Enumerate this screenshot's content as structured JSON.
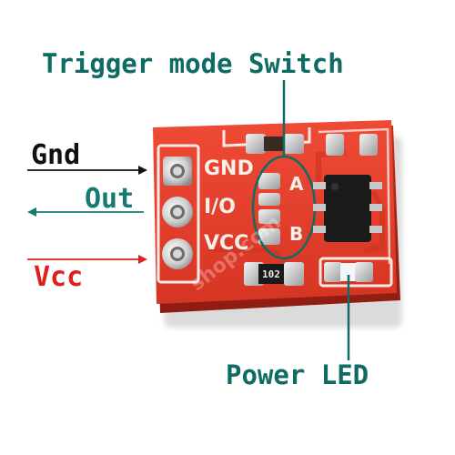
{
  "callouts": {
    "trigger_mode_switch": "Trigger mode Switch",
    "power_led": "Power LED"
  },
  "pins": {
    "gnd": "Gnd",
    "out": "Out",
    "vcc": "Vcc"
  },
  "silkscreen": {
    "gnd": "GND",
    "io": "I/O",
    "vcc": "VCC",
    "a": "A",
    "b": "B",
    "resistor_code": "102"
  },
  "watermark": "shop.com",
  "colors": {
    "pcb": "#e7402e",
    "pcb_dark": "#b8281b",
    "callout_teal": "#0f6b63",
    "out_teal": "#147a72",
    "vcc_red": "#e0201e",
    "gnd_black": "#111111"
  }
}
